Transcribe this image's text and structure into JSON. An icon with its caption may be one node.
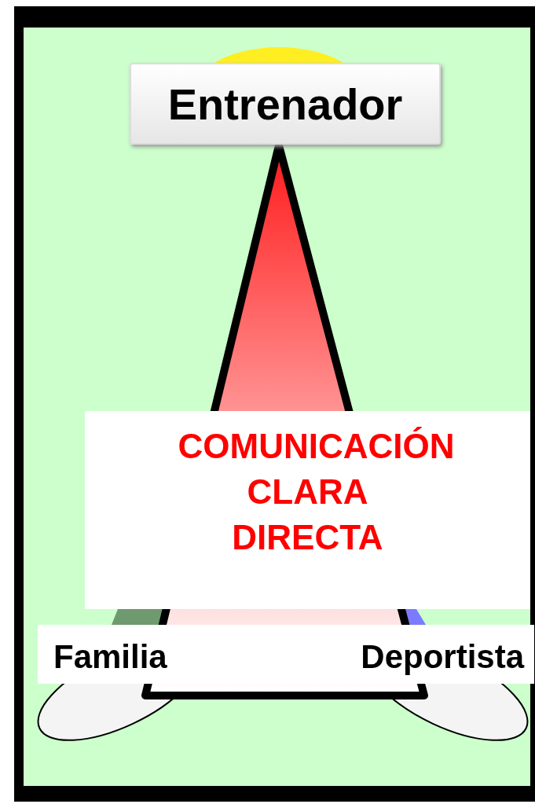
{
  "diagram": {
    "nodes": [
      {
        "text": [
          "Entrenador"
        ]
      },
      {
        "text": [
          "COMUNICACIÓN CLARA DIRECTA"
        ]
      }
    ],
    "labels": [
      "Familia",
      "Deportista"
    ]
  }
}
